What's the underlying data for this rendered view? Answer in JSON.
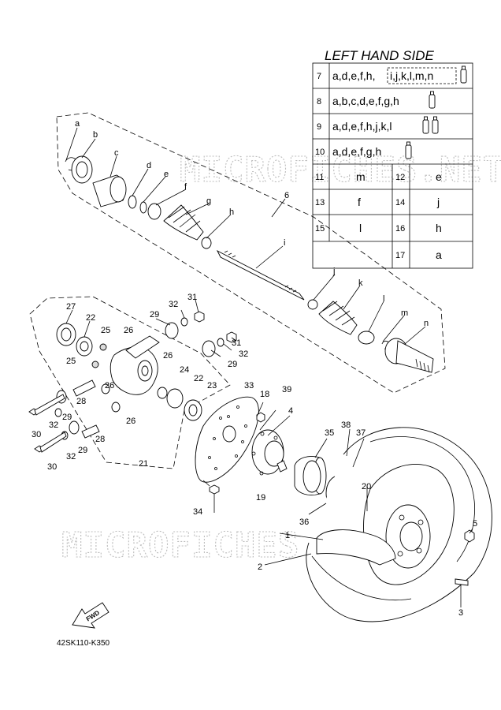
{
  "table": {
    "title": "LEFT HAND SIDE",
    "rows": [
      {
        "num": "7",
        "text": "a,d,e,f,h,",
        "text2": "i,j,k,l,m,n",
        "boxed": true
      },
      {
        "num": "8",
        "text": "a,b,c,d,e,f,g,h"
      },
      {
        "num": "9",
        "text": "a,d,e,f,h,j,k,l"
      },
      {
        "num": "10",
        "text": "a,d,e,f,g,h"
      }
    ],
    "pairs": [
      {
        "n1": "11",
        "v1": "m",
        "n2": "12",
        "v2": "e"
      },
      {
        "n1": "13",
        "v1": "f",
        "n2": "14",
        "v2": "j"
      },
      {
        "n1": "15",
        "v1": "l",
        "n2": "16",
        "v2": "h"
      }
    ],
    "last": {
      "num": "17",
      "val": "a"
    }
  },
  "watermark": "MICROFICHES.NET",
  "letters": [
    "a",
    "b",
    "c",
    "d",
    "e",
    "f",
    "g",
    "h",
    "i",
    "j",
    "k",
    "l",
    "m",
    "n"
  ],
  "callouts": [
    "1",
    "2",
    "3",
    "4",
    "5",
    "6",
    "18",
    "19",
    "20",
    "21",
    "22",
    "22",
    "23",
    "24",
    "25",
    "25",
    "26",
    "26",
    "26",
    "26",
    "27",
    "28",
    "28",
    "29",
    "29",
    "29",
    "29",
    "30",
    "30",
    "31",
    "31",
    "32",
    "32",
    "32",
    "32",
    "33",
    "34",
    "35",
    "36",
    "37",
    "38",
    "39"
  ],
  "fwd_label": "FWD",
  "diagram_code": "42SK110-K350"
}
